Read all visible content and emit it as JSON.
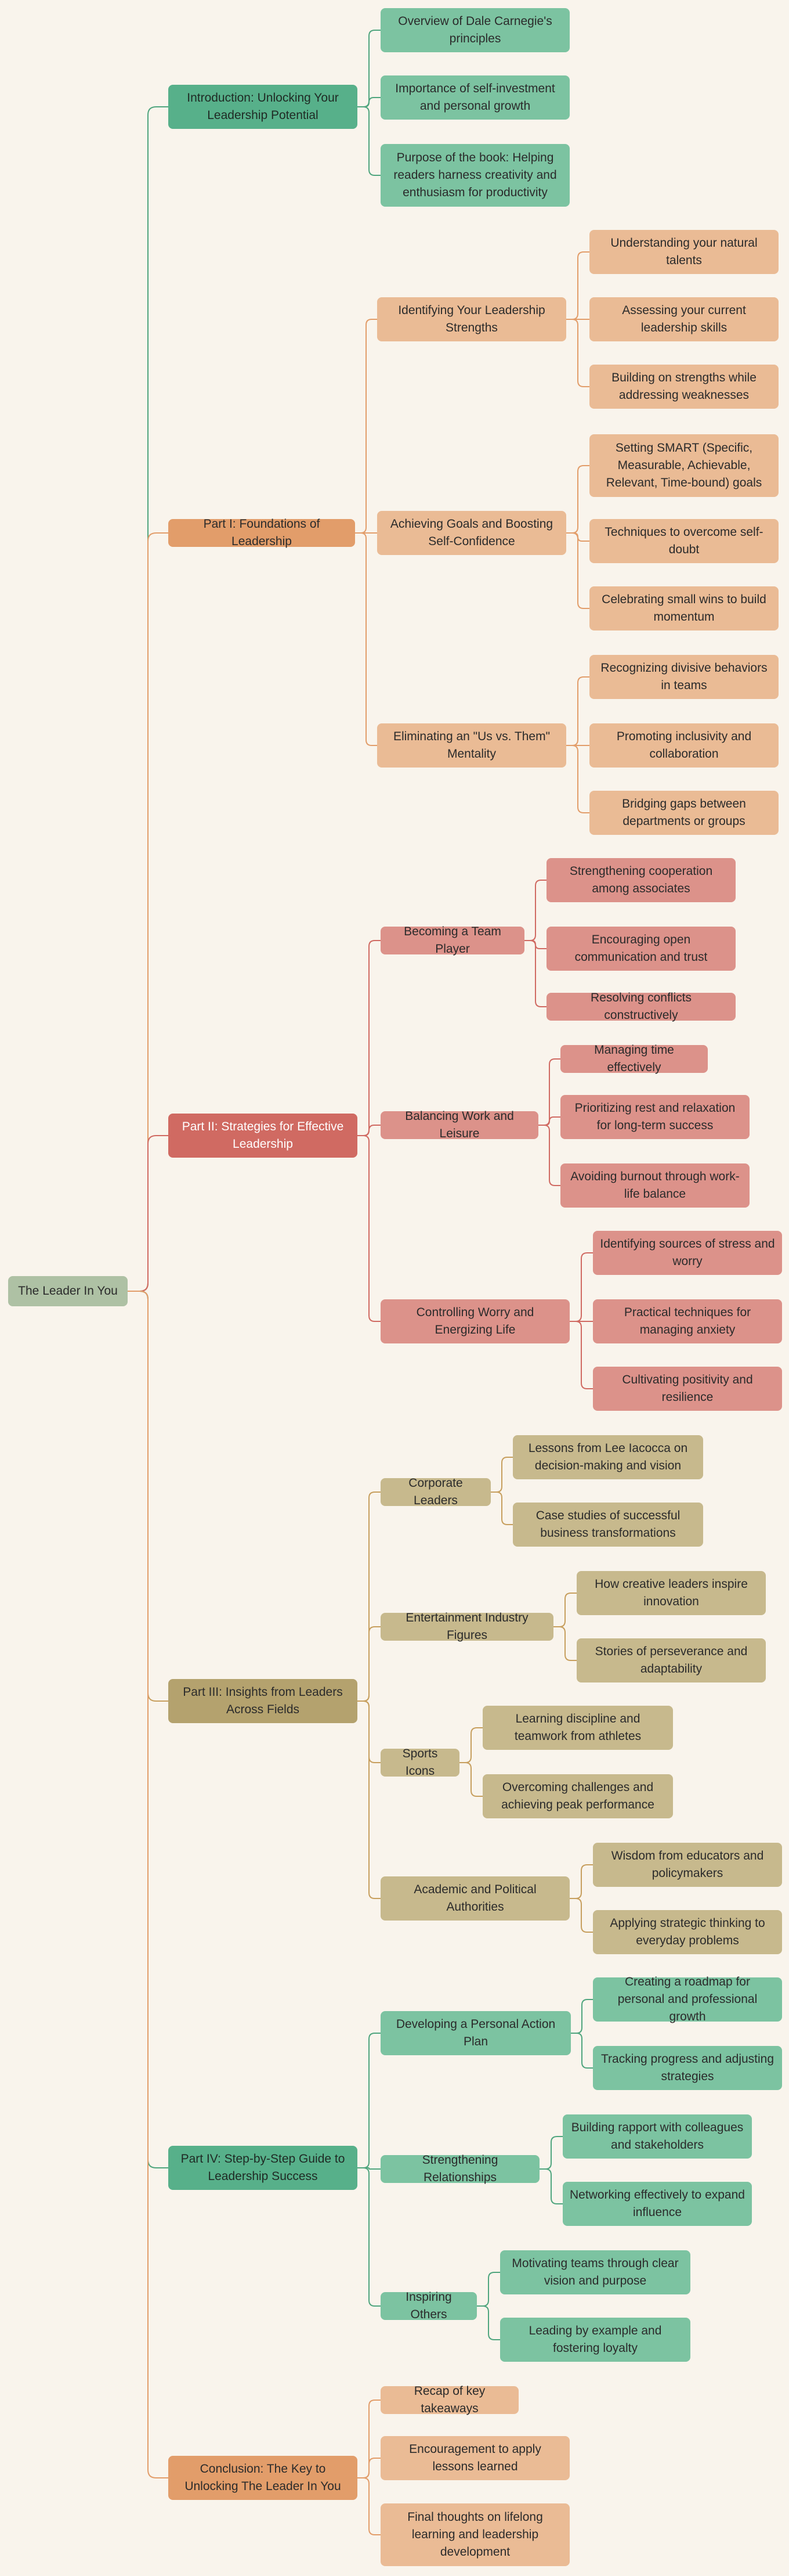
{
  "root": "The Leader In You",
  "colors": {
    "root": "#aec1a4",
    "green_l1": "#57b08a",
    "green_l2": "#7cc3a1",
    "orange_l1": "#e29d6a",
    "orange_l2": "#eabb95",
    "red_l1": "#d06a62",
    "red_l2": "#dc928a",
    "olive_l1": "#b4a26e",
    "olive_l2": "#c7b98d",
    "green_edge": "#4fa57e",
    "orange_edge": "#e29d6a",
    "red_edge": "#d06a62",
    "olive_edge": "#c79f5e"
  },
  "sections": [
    {
      "label": "Introduction: Unlocking Your Leadership Potential",
      "topics": [
        {
          "label": "Overview of Dale Carnegie's principles"
        },
        {
          "label": "Importance of self-investment and personal growth"
        },
        {
          "label": "Purpose of the book: Helping readers harness creativity and enthusiasm for productivity"
        }
      ]
    },
    {
      "label": "Part I: Foundations of Leadership",
      "topics": [
        {
          "label": "Identifying Your Leadership Strengths",
          "items": [
            "Understanding your natural talents",
            "Assessing your current leadership skills",
            "Building on strengths while addressing weaknesses"
          ]
        },
        {
          "label": "Achieving Goals and Boosting Self-Confidence",
          "items": [
            "Setting SMART (Specific, Measurable, Achievable, Relevant, Time-bound) goals",
            "Techniques to overcome self-doubt",
            "Celebrating small wins to build momentum"
          ]
        },
        {
          "label": "Eliminating an \"Us vs. Them\" Mentality",
          "items": [
            "Recognizing divisive behaviors in teams",
            "Promoting inclusivity and collaboration",
            "Bridging gaps between departments or groups"
          ]
        }
      ]
    },
    {
      "label": "Part II: Strategies for Effective Leadership",
      "topics": [
        {
          "label": "Becoming a Team Player",
          "items": [
            "Strengthening cooperation among associates",
            "Encouraging open communication and trust",
            "Resolving conflicts constructively"
          ]
        },
        {
          "label": "Balancing Work and Leisure",
          "items": [
            "Managing time effectively",
            "Prioritizing rest and relaxation for long-term success",
            "Avoiding burnout through work-life balance"
          ]
        },
        {
          "label": "Controlling Worry and Energizing Life",
          "items": [
            "Identifying sources of stress and worry",
            "Practical techniques for managing anxiety",
            "Cultivating positivity and resilience"
          ]
        }
      ]
    },
    {
      "label": "Part III: Insights from Leaders Across Fields",
      "topics": [
        {
          "label": "Corporate Leaders",
          "items": [
            "Lessons from Lee Iacocca on decision-making and vision",
            "Case studies of successful business transformations"
          ]
        },
        {
          "label": "Entertainment Industry Figures",
          "items": [
            "How creative leaders inspire innovation",
            "Stories of perseverance and adaptability"
          ]
        },
        {
          "label": "Sports Icons",
          "items": [
            "Learning discipline and teamwork from athletes",
            "Overcoming challenges and achieving peak performance"
          ]
        },
        {
          "label": "Academic and Political Authorities",
          "items": [
            "Wisdom from educators and policymakers",
            "Applying strategic thinking to everyday problems"
          ]
        }
      ]
    },
    {
      "label": "Part IV: Step-by-Step Guide to Leadership Success",
      "topics": [
        {
          "label": "Developing a Personal Action Plan",
          "items": [
            "Creating a roadmap for personal and professional growth",
            "Tracking progress and adjusting strategies"
          ]
        },
        {
          "label": "Strengthening Relationships",
          "items": [
            "Building rapport with colleagues and stakeholders",
            "Networking effectively to expand influence"
          ]
        },
        {
          "label": "Inspiring Others",
          "items": [
            "Motivating teams through clear vision and purpose",
            "Leading by example and fostering loyalty"
          ]
        }
      ]
    },
    {
      "label": "Conclusion: The Key to Unlocking The Leader In You",
      "topics": [
        {
          "label": "Recap of key takeaways"
        },
        {
          "label": "Encouragement to apply lessons learned"
        },
        {
          "label": "Final thoughts on lifelong learning and leadership development"
        }
      ]
    }
  ]
}
